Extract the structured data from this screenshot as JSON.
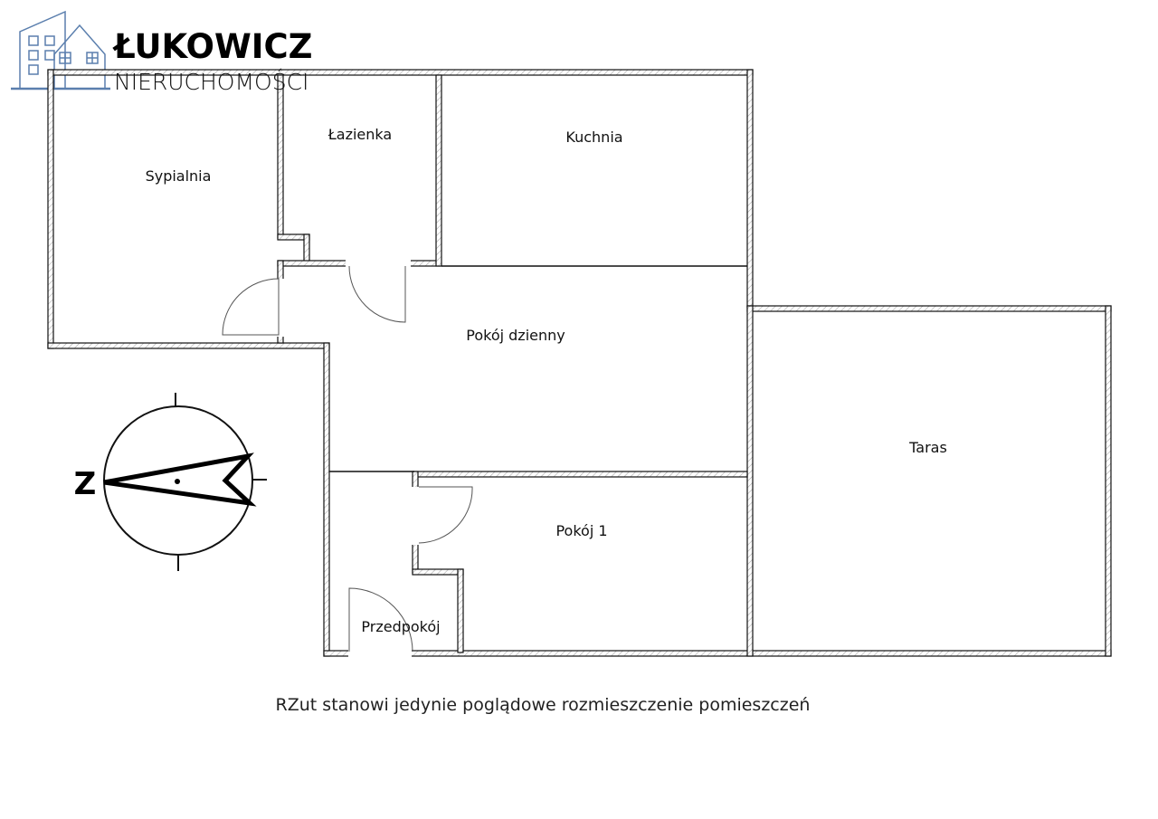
{
  "logo": {
    "name": "ŁUKOWICZ",
    "subtitle": "NIERUCHOMOŚCI",
    "icon": "building-house-icon",
    "color": "#5b7fae"
  },
  "rooms": {
    "sypialnia": "Sypialnia",
    "lazienka": "Łazienka",
    "kuchnia": "Kuchnia",
    "pokoj_dzienny": "Pokój dzienny",
    "taras": "Taras",
    "pokoj_1": "Pokój 1",
    "przedpokoj": "Przedpokój"
  },
  "compass": {
    "label": "Z",
    "icon": "compass-arrow-icon"
  },
  "note": "RZut stanowi jedynie poglądowe rozmieszczenie pomieszczeń"
}
